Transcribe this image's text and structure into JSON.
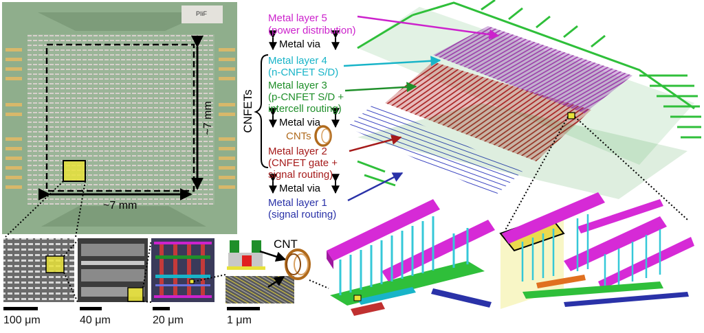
{
  "colors": {
    "layer5": "#cc22cc",
    "layer4": "#18b4c8",
    "layer3": "#1f8f2a",
    "layer2": "#a51a1a",
    "layer1": "#2a32a8",
    "cnt": "#b06a1c",
    "chip_bg": "#8fae8c",
    "highlight": "#e8e23a"
  },
  "chip": {
    "logo_text": "PIiF",
    "width_label": "~7 mm",
    "height_label": "~7 mm"
  },
  "stack": {
    "group_label": "CNFETs",
    "cnt_label": "CNTs",
    "via_label": "Metal via",
    "layer5": [
      "Metal layer 5",
      "(power distribution)"
    ],
    "layer4": [
      "Metal layer 4",
      "(n-CNFET S/D)"
    ],
    "layer3": [
      "Metal layer 3",
      "(p-CNFET S/D +",
      "intercell routing)"
    ],
    "layer2": [
      "Metal layer 2",
      "(CNFET gate +",
      "signal routing)"
    ],
    "layer1": [
      "Metal layer 1",
      "(signal routing)"
    ]
  },
  "insets": {
    "cnt_label": "CNT",
    "scales": [
      "100 μm",
      "40 μm",
      "20 μm",
      "1 μm"
    ]
  }
}
